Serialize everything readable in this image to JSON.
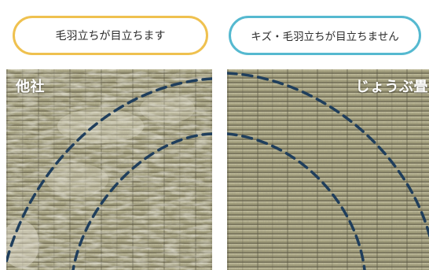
{
  "comparison": {
    "left": {
      "caption": "毛羽立ちが目立ちます",
      "label": "他社",
      "accent_color": "#efc14f"
    },
    "right": {
      "caption": "キズ・毛羽立ちが目立ちません",
      "label": "じょうぶ畳",
      "accent_color": "#55b9d0"
    }
  },
  "colors": {
    "mat_base": "#a39f7c",
    "mat_dark": "#6f6b52",
    "mat_light": "#c6c2a0",
    "dash_line": "#1f3e5c",
    "fray": "#e4e1d2"
  }
}
